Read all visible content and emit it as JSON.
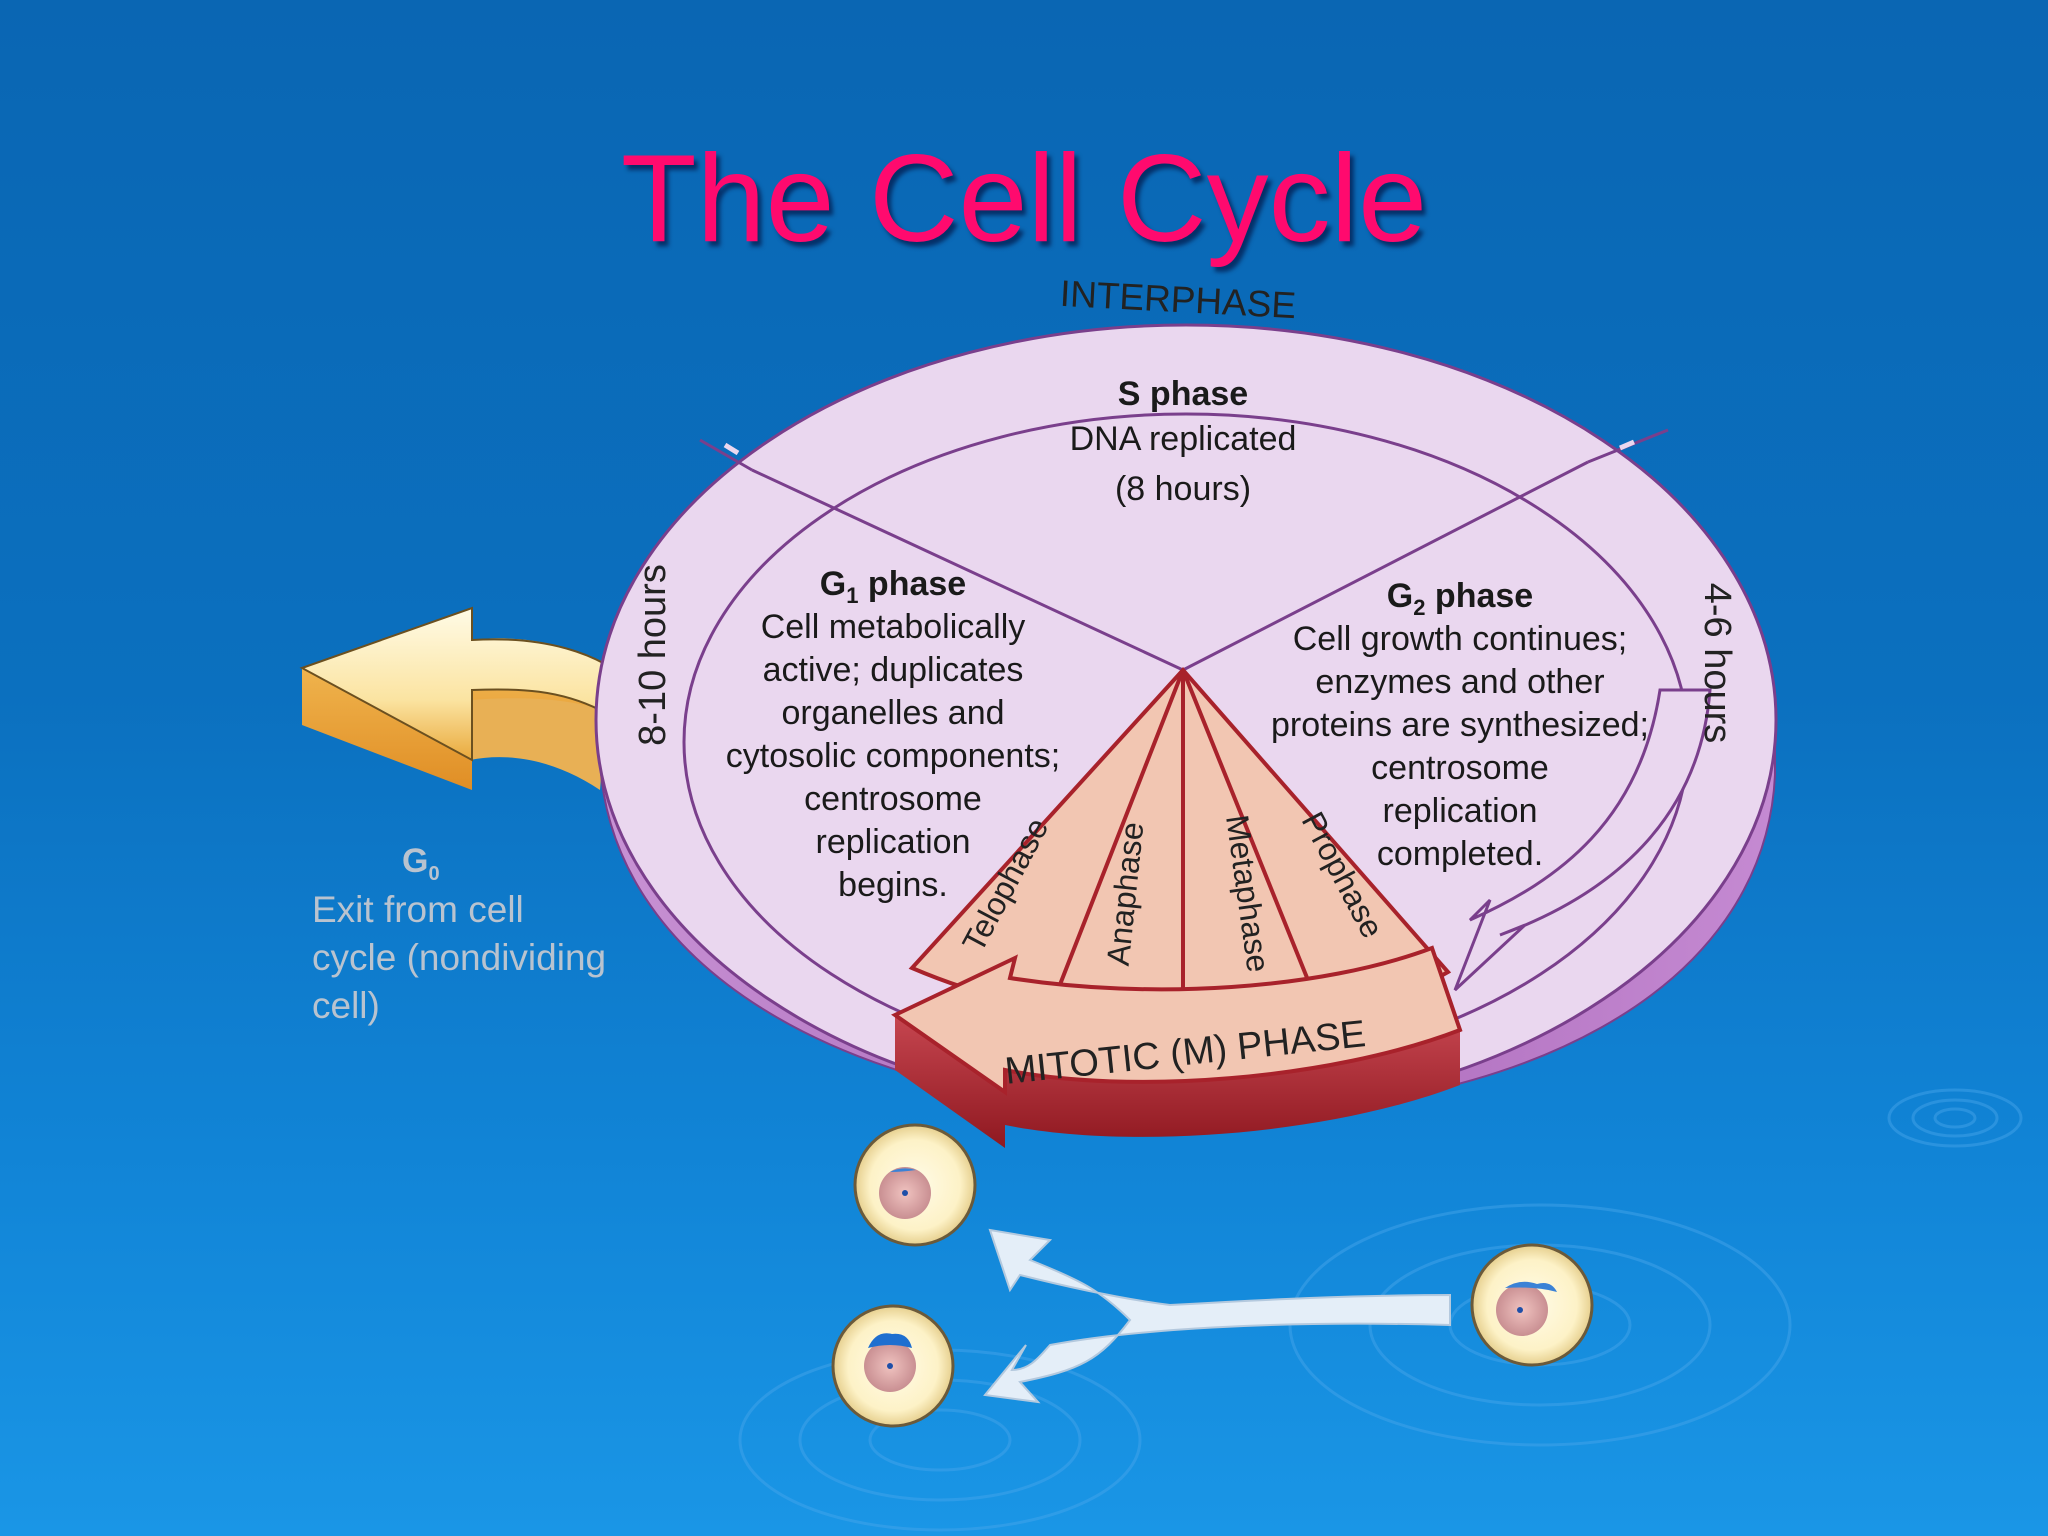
{
  "title": "The Cell Cycle",
  "interphase": {
    "label": "INTERPHASE",
    "s_phase": {
      "name": "S phase",
      "lines": [
        "DNA replicated",
        "(8 hours)"
      ]
    },
    "g1_phase": {
      "name": "G",
      "sub": "1",
      "suffix": " phase",
      "lines": [
        "Cell metabolically",
        "active; duplicates",
        "organelles and",
        "cytosolic components;",
        "centrosome",
        "replication",
        "begins."
      ],
      "duration": "8-10 hours"
    },
    "g2_phase": {
      "name": "G",
      "sub": "2",
      "suffix": " phase",
      "lines": [
        "Cell growth continues;",
        "enzymes and other",
        "proteins are synthesized;",
        "centrosome",
        "replication",
        "completed."
      ],
      "duration": "4-6 hours"
    }
  },
  "mitotic": {
    "label": "MITOTIC (M) PHASE",
    "stages": [
      "Telophase",
      "Anaphase",
      "Metaphase",
      "Prophase"
    ]
  },
  "g0": {
    "name": "G",
    "sub": "0",
    "lines": [
      "Exit from cell",
      "cycle (nondividing",
      "cell)"
    ]
  },
  "colors": {
    "title": "#ff0a6e",
    "background": "#0b6cb9",
    "interphase_fill": "#ead7ef",
    "interphase_side": "#b676c4",
    "interphase_stroke": "#7a3f8c",
    "mitotic_fill": "#f2c6b2",
    "mitotic_side": "#a8222b",
    "g0_arrow": "#fff6d5",
    "division_arrow": "#e4eef8"
  }
}
